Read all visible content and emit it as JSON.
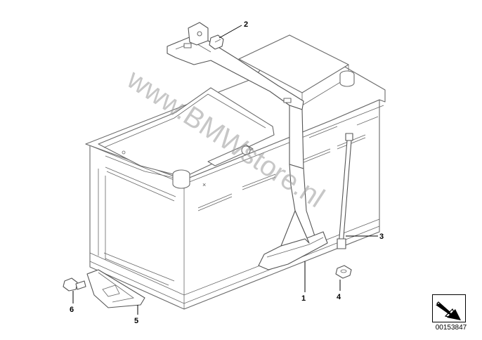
{
  "diagram": {
    "watermark": "www.BMWstore.nl",
    "reference_number": "00153847",
    "callouts": [
      {
        "id": "1",
        "label": "1"
      },
      {
        "id": "2",
        "label": "2"
      },
      {
        "id": "3",
        "label": "3"
      },
      {
        "id": "4",
        "label": "4"
      },
      {
        "id": "5",
        "label": "5"
      },
      {
        "id": "6",
        "label": "6"
      }
    ],
    "parts": [
      "battery",
      "holding-bracket",
      "hex-bolt",
      "screw-stud",
      "nut",
      "clamping-plate",
      "bolt"
    ]
  }
}
